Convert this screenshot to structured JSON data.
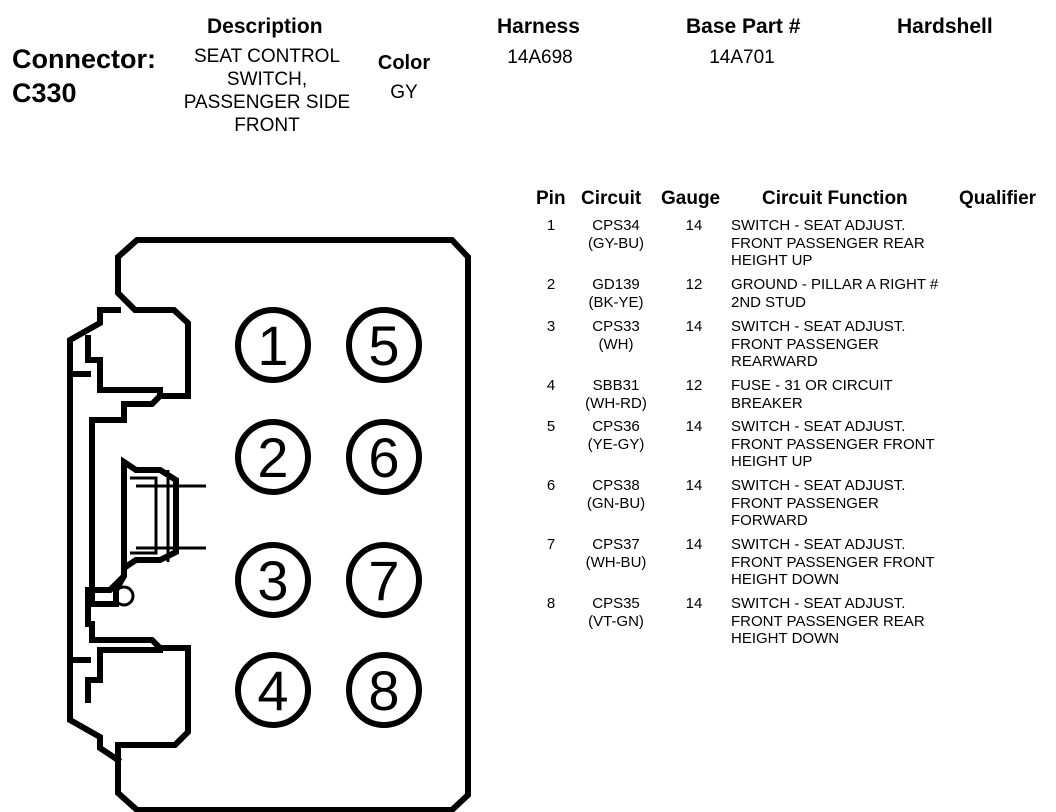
{
  "header": {
    "description_label": "Description",
    "harness_label": "Harness",
    "base_part_label": "Base Part #",
    "hardshell_label": "Hardshell",
    "color_label": "Color"
  },
  "connector": {
    "label": "Connector:",
    "id": "C330",
    "description_lines": [
      "SEAT CONTROL",
      "SWITCH,",
      "PASSENGER SIDE",
      "FRONT"
    ],
    "color": "GY",
    "harness": "14A698",
    "base_part": "14A701",
    "hardshell": ""
  },
  "table": {
    "headers": {
      "pin": "Pin",
      "circuit": "Circuit",
      "gauge": "Gauge",
      "function": "Circuit Function",
      "qualifier": "Qualifier"
    },
    "rows": [
      {
        "pin": "1",
        "circuit": "CPS34",
        "color": "(GY-BU)",
        "gauge": "14",
        "function_lines": [
          "SWITCH - SEAT ADJUST.",
          "FRONT PASSENGER REAR",
          "HEIGHT UP"
        ]
      },
      {
        "pin": "2",
        "circuit": "GD139",
        "color": "(BK-YE)",
        "gauge": "12",
        "function_lines": [
          "GROUND - PILLAR A RIGHT #",
          "2ND STUD"
        ]
      },
      {
        "pin": "3",
        "circuit": "CPS33",
        "color": "(WH)",
        "gauge": "14",
        "function_lines": [
          "SWITCH - SEAT ADJUST.",
          "FRONT PASSENGER",
          "REARWARD"
        ]
      },
      {
        "pin": "4",
        "circuit": "SBB31",
        "color": "(WH-RD)",
        "gauge": "12",
        "function_lines": [
          "FUSE - 31 OR CIRCUIT",
          "BREAKER"
        ]
      },
      {
        "pin": "5",
        "circuit": "CPS36",
        "color": "(YE-GY)",
        "gauge": "14",
        "function_lines": [
          "SWITCH - SEAT ADJUST.",
          "FRONT PASSENGER FRONT",
          "HEIGHT UP"
        ]
      },
      {
        "pin": "6",
        "circuit": "CPS38",
        "color": "(GN-BU)",
        "gauge": "14",
        "function_lines": [
          "SWITCH - SEAT ADJUST.",
          "FRONT PASSENGER",
          "FORWARD"
        ]
      },
      {
        "pin": "7",
        "circuit": "CPS37",
        "color": "(WH-BU)",
        "gauge": "14",
        "function_lines": [
          "SWITCH - SEAT ADJUST.",
          "FRONT PASSENGER FRONT",
          "HEIGHT DOWN"
        ]
      },
      {
        "pin": "8",
        "circuit": "CPS35",
        "color": "(VT-GN)",
        "gauge": "14",
        "function_lines": [
          "SWITCH - SEAT ADJUST.",
          "FRONT PASSENGER REAR",
          "HEIGHT DOWN"
        ]
      }
    ]
  },
  "diagram": {
    "pins": [
      "1",
      "5",
      "2",
      "6",
      "3",
      "7",
      "4",
      "8"
    ]
  }
}
